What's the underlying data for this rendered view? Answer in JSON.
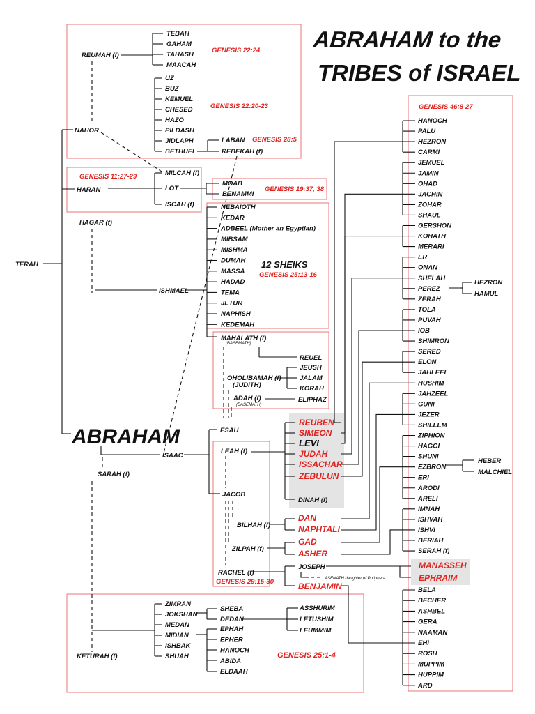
{
  "title": [
    "ABRAHAM to the",
    "TRIBES of ISRAEL"
  ],
  "colors": {
    "accent": "#e0231f",
    "box": "#e8676a",
    "highlight": "#e4e4e4"
  },
  "people": {
    "terah": "TERAH",
    "abraham": "ABRAHAM",
    "nahor": "NAHOR",
    "haran": "HARAN",
    "hagar": "HAGAR (f)",
    "sarah": "SARAH (f)",
    "keturah": "KETURAH (f)",
    "reumah": "REUMAH (f)",
    "milcah": "MILCAH (f)",
    "lot": "LOT",
    "iscah": "ISCAH (f)",
    "ishmael": "ISHMAEL",
    "isaac": "ISAAC",
    "esau": "ESAU",
    "jacob": "JACOB",
    "laban": "LABAN",
    "rebekah": "REBEKAH (f)",
    "leah": "LEAH (f)",
    "bilhah": "BILHAH (f)",
    "zilpah": "ZILPAH (f)",
    "rachel": "RACHEL (f)",
    "mahalath": "MAHALATH (f)",
    "basemath": "(BASEMATH)",
    "oholibamah": "OHOLIBAMAH (f)",
    "judith": "(JUDITH)",
    "adah": "ADAH (f)",
    "basemath2": "(BASEMATH)",
    "dinah": "DINAH (f)",
    "joseph": "JOSEPH",
    "asenath": "ASENATH daughter of Potiphera"
  },
  "reumah_sons": [
    "TEBAH",
    "GAHAM",
    "TAHASH",
    "MAACAH"
  ],
  "milcah_sons": [
    "UZ",
    "BUZ",
    "KEMUEL",
    "CHESED",
    "HAZO",
    "PILDASH",
    "JIDLAPH",
    "BETHUEL"
  ],
  "lot_sons": [
    "MOAB",
    "BENAMMI"
  ],
  "ishmael_sons": [
    "NEBAIOTH",
    "KEDAR",
    "ADBEEL (Mother an Egyptian)",
    "MIBSAM",
    "MISHMA",
    "DUMAH",
    "MASSA",
    "HADAD",
    "TEMA",
    "JETUR",
    "NAPHISH",
    "KEDEMAH"
  ],
  "sheiks": "12 SHEIKS",
  "esau_sons": {
    "reuel": "REUEL",
    "jeush": "JEUSH",
    "jalam": "JALAM",
    "korah": "KORAH",
    "eliphaz": "ELIPHAZ"
  },
  "tribes_leah": [
    "REUBEN",
    "SIMEON",
    "LEVI",
    "JUDAH",
    "ISSACHAR",
    "ZEBULUN"
  ],
  "tribes_bilhah": [
    "DAN",
    "NAPHTALI"
  ],
  "tribes_zilpah": [
    "GAD",
    "ASHER"
  ],
  "tribe_benjamin": "BENJAMIN",
  "joseph_sons": [
    "MANASSEH",
    "EPHRAIM"
  ],
  "grandsons": [
    "HANOCH",
    "PALU",
    "HEZRON",
    "CARMI",
    "JEMUEL",
    "JAMIN",
    "OHAD",
    "JACHIN",
    "ZOHAR",
    "SHAUL",
    "GERSHON",
    "KOHATH",
    "MERARI",
    "ER",
    "ONAN",
    "SHELAH",
    "PEREZ",
    "ZERAH",
    "TOLA",
    "PUVAH",
    "IOB",
    "SHIMRON",
    "SERED",
    "ELON",
    "JAHLEEL",
    "HUSHIM",
    "JAHZEEL",
    "GUNI",
    "JEZER",
    "SHILLEM",
    "ZIPHION",
    "HAGGI",
    "SHUNI",
    "EZBRON",
    "ERI",
    "ARODI",
    "ARELI",
    "IMNAH",
    "ISHVAH",
    "ISHVI",
    "BERIAH",
    "SERAH (f)",
    "BELA",
    "BECHER",
    "ASHBEL",
    "GERA",
    "NAAMAN",
    "EHI",
    "ROSH",
    "MUPPIM",
    "HUPPIM",
    "ARD"
  ],
  "perez_sons": [
    "HEZRON",
    "HAMUL"
  ],
  "beriah_sons": [
    "HEBER",
    "MALCHIEL"
  ],
  "keturah_sons": [
    "ZIMRAN",
    "JOKSHAN",
    "MEDAN",
    "MIDIAN",
    "ISHBAK",
    "SHUAH"
  ],
  "jokshan_sons": [
    "SHEBA",
    "DEDAN"
  ],
  "dedan_sons": [
    "ASSHURIM",
    "LETUSHIM",
    "LEUMMIM"
  ],
  "midian_sons": [
    "EPHAH",
    "EPHER",
    "HANOCH",
    "ABIDA",
    "ELDAAH"
  ],
  "refs": {
    "gen22_24": "GENESIS 22:24",
    "gen22_20": "GENESIS 22:20-23",
    "gen28_5": "GENESIS 28:5",
    "gen11": "GENESIS 11:27-29",
    "gen19": "GENESIS 19:37, 38",
    "gen25_13": "GENESIS 25:13-16",
    "gen46": "GENESIS 46:8-27",
    "gen29": "GENESIS 29:15-30",
    "gen25_1": "GENESIS 25:1-4"
  }
}
